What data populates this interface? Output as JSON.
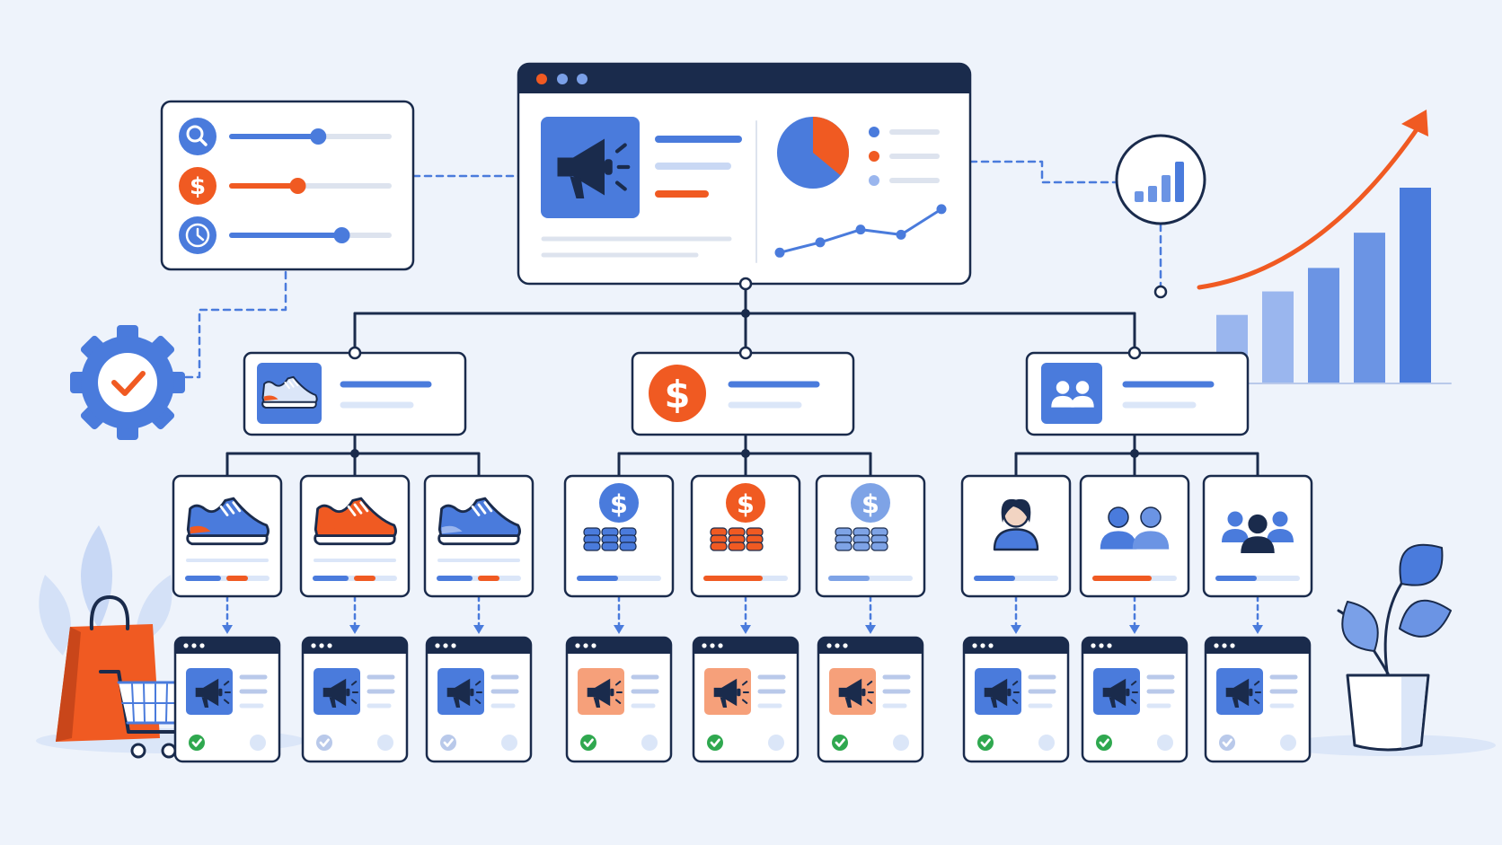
{
  "colors": {
    "background": "#eef3fb",
    "navy": "#1a2b4c",
    "blue": "#4a7bdc",
    "blue_light": "#c9d8f4",
    "blue_pale": "#dbe6f8",
    "orange": "#f05a22",
    "orange_light": "#f6a07a",
    "green": "#2fa84f",
    "grey_line": "#dde3ee"
  },
  "icons": {
    "master_ad": "megaphone-icon",
    "filter_search": "search-icon",
    "filter_price": "dollar-icon",
    "filter_time": "clock-icon",
    "automation": "gear-check-icon",
    "analytics": "bar-chart-icon",
    "growth": "growth-arrow-icon",
    "branch_product": "sneaker-icon",
    "branch_price": "dollar-icon",
    "branch_audience": "users-icon",
    "shopping": "shopping-bag-cart-icon",
    "plant": "potted-plant-icon"
  },
  "filter_sliders": [
    {
      "icon": "search-icon",
      "color": "#4a7bdc",
      "level": 0.55
    },
    {
      "icon": "dollar-icon",
      "color": "#f05a22",
      "level": 0.42
    },
    {
      "icon": "clock-icon",
      "color": "#4a7bdc",
      "level": 0.7
    }
  ],
  "master_pie": {
    "highlight_share": 0.36
  },
  "master_trend": [
    0.1,
    0.3,
    0.55,
    0.45,
    0.95
  ],
  "growth_bars": [
    0.35,
    0.47,
    0.59,
    0.77,
    1.0
  ],
  "branches": [
    {
      "icon": "sneaker-icon",
      "children": [
        {
          "icon": "sneaker-icon",
          "tint": "#4a7bdc",
          "tag": "blue-orange"
        },
        {
          "icon": "sneaker-icon",
          "tint": "#f05a22",
          "tag": "blue-orange"
        },
        {
          "icon": "sneaker-icon",
          "tint": "#4a7bdc",
          "tag": "blue-orange"
        }
      ],
      "ads": [
        {
          "tint": "#4a7bdc",
          "approved": true
        },
        {
          "tint": "#4a7bdc",
          "approved": false
        },
        {
          "tint": "#4a7bdc",
          "approved": false
        }
      ]
    },
    {
      "icon": "dollar-icon",
      "children": [
        {
          "icon": "coins-icon",
          "tint": "#4a7bdc",
          "tag": "blue"
        },
        {
          "icon": "coins-icon",
          "tint": "#f05a22",
          "tag": "orange"
        },
        {
          "icon": "coins-icon",
          "tint": "#7ea3e6",
          "tag": "blue"
        }
      ],
      "ads": [
        {
          "tint": "#f6a07a",
          "approved": true
        },
        {
          "tint": "#f6a07a",
          "approved": true
        },
        {
          "tint": "#f6a07a",
          "approved": true
        }
      ]
    },
    {
      "icon": "users-icon",
      "children": [
        {
          "icon": "person-icon",
          "tint": "#4a7bdc",
          "tag": "blue"
        },
        {
          "icon": "pair-icon",
          "tint": "#4a7bdc",
          "tag": "orange"
        },
        {
          "icon": "group-icon",
          "tint": "#4a7bdc",
          "tag": "blue"
        }
      ],
      "ads": [
        {
          "tint": "#4a7bdc",
          "approved": true
        },
        {
          "tint": "#4a7bdc",
          "approved": true
        },
        {
          "tint": "#4a7bdc",
          "approved": false
        }
      ]
    }
  ]
}
